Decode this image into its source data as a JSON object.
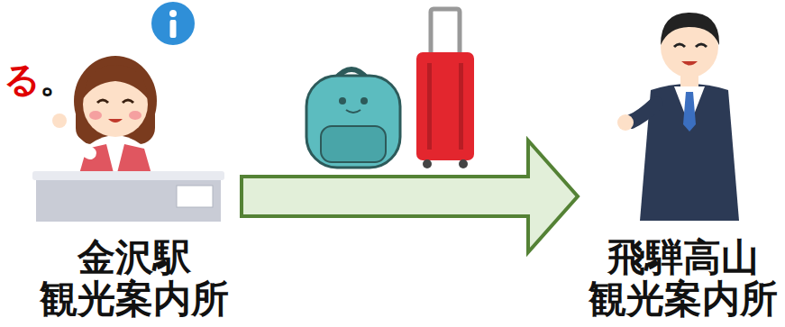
{
  "diagram": {
    "nodes": [
      {
        "text": [
          "金沢駅 観光案内所"
        ]
      },
      {
        "text": [
          "飛騨高山 観光案内所"
        ]
      }
    ],
    "edges": [
      {
        "from": 0,
        "to": 1,
        "arrow": "to"
      }
    ],
    "labels": [
      "る",
      "。"
    ]
  }
}
